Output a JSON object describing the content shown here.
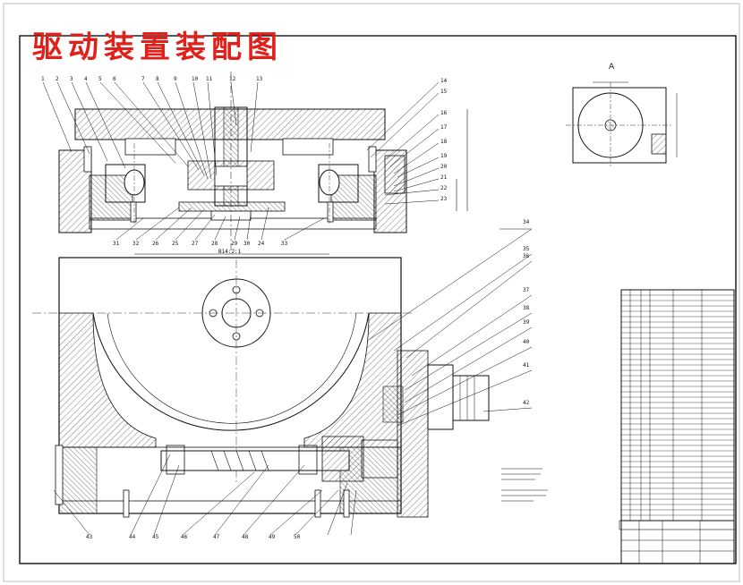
{
  "title": "驱动装置装配图",
  "view_a_label": "A",
  "section_scale_label": "B14:2:1",
  "part_callouts_top": [
    "1",
    "2",
    "3",
    "4",
    "5",
    "6",
    "7",
    "8",
    "9",
    "10",
    "11",
    "12",
    "13"
  ],
  "part_callouts_right": [
    "14",
    "15",
    "16",
    "17",
    "18",
    "19",
    "20",
    "21",
    "22",
    "23"
  ],
  "part_callouts_bottom": [
    "31",
    "32",
    "26",
    "25",
    "27",
    "28",
    "29",
    "30",
    "24",
    "33"
  ],
  "part_callouts_lower": [
    "34",
    "35",
    "36",
    "37",
    "38",
    "39",
    "40",
    "41",
    "42",
    "43",
    "44",
    "45",
    "46",
    "47",
    "48",
    "49",
    "50"
  ],
  "colors": {
    "title": "#e0201a",
    "line": "#111111",
    "centerline": "#333333"
  }
}
